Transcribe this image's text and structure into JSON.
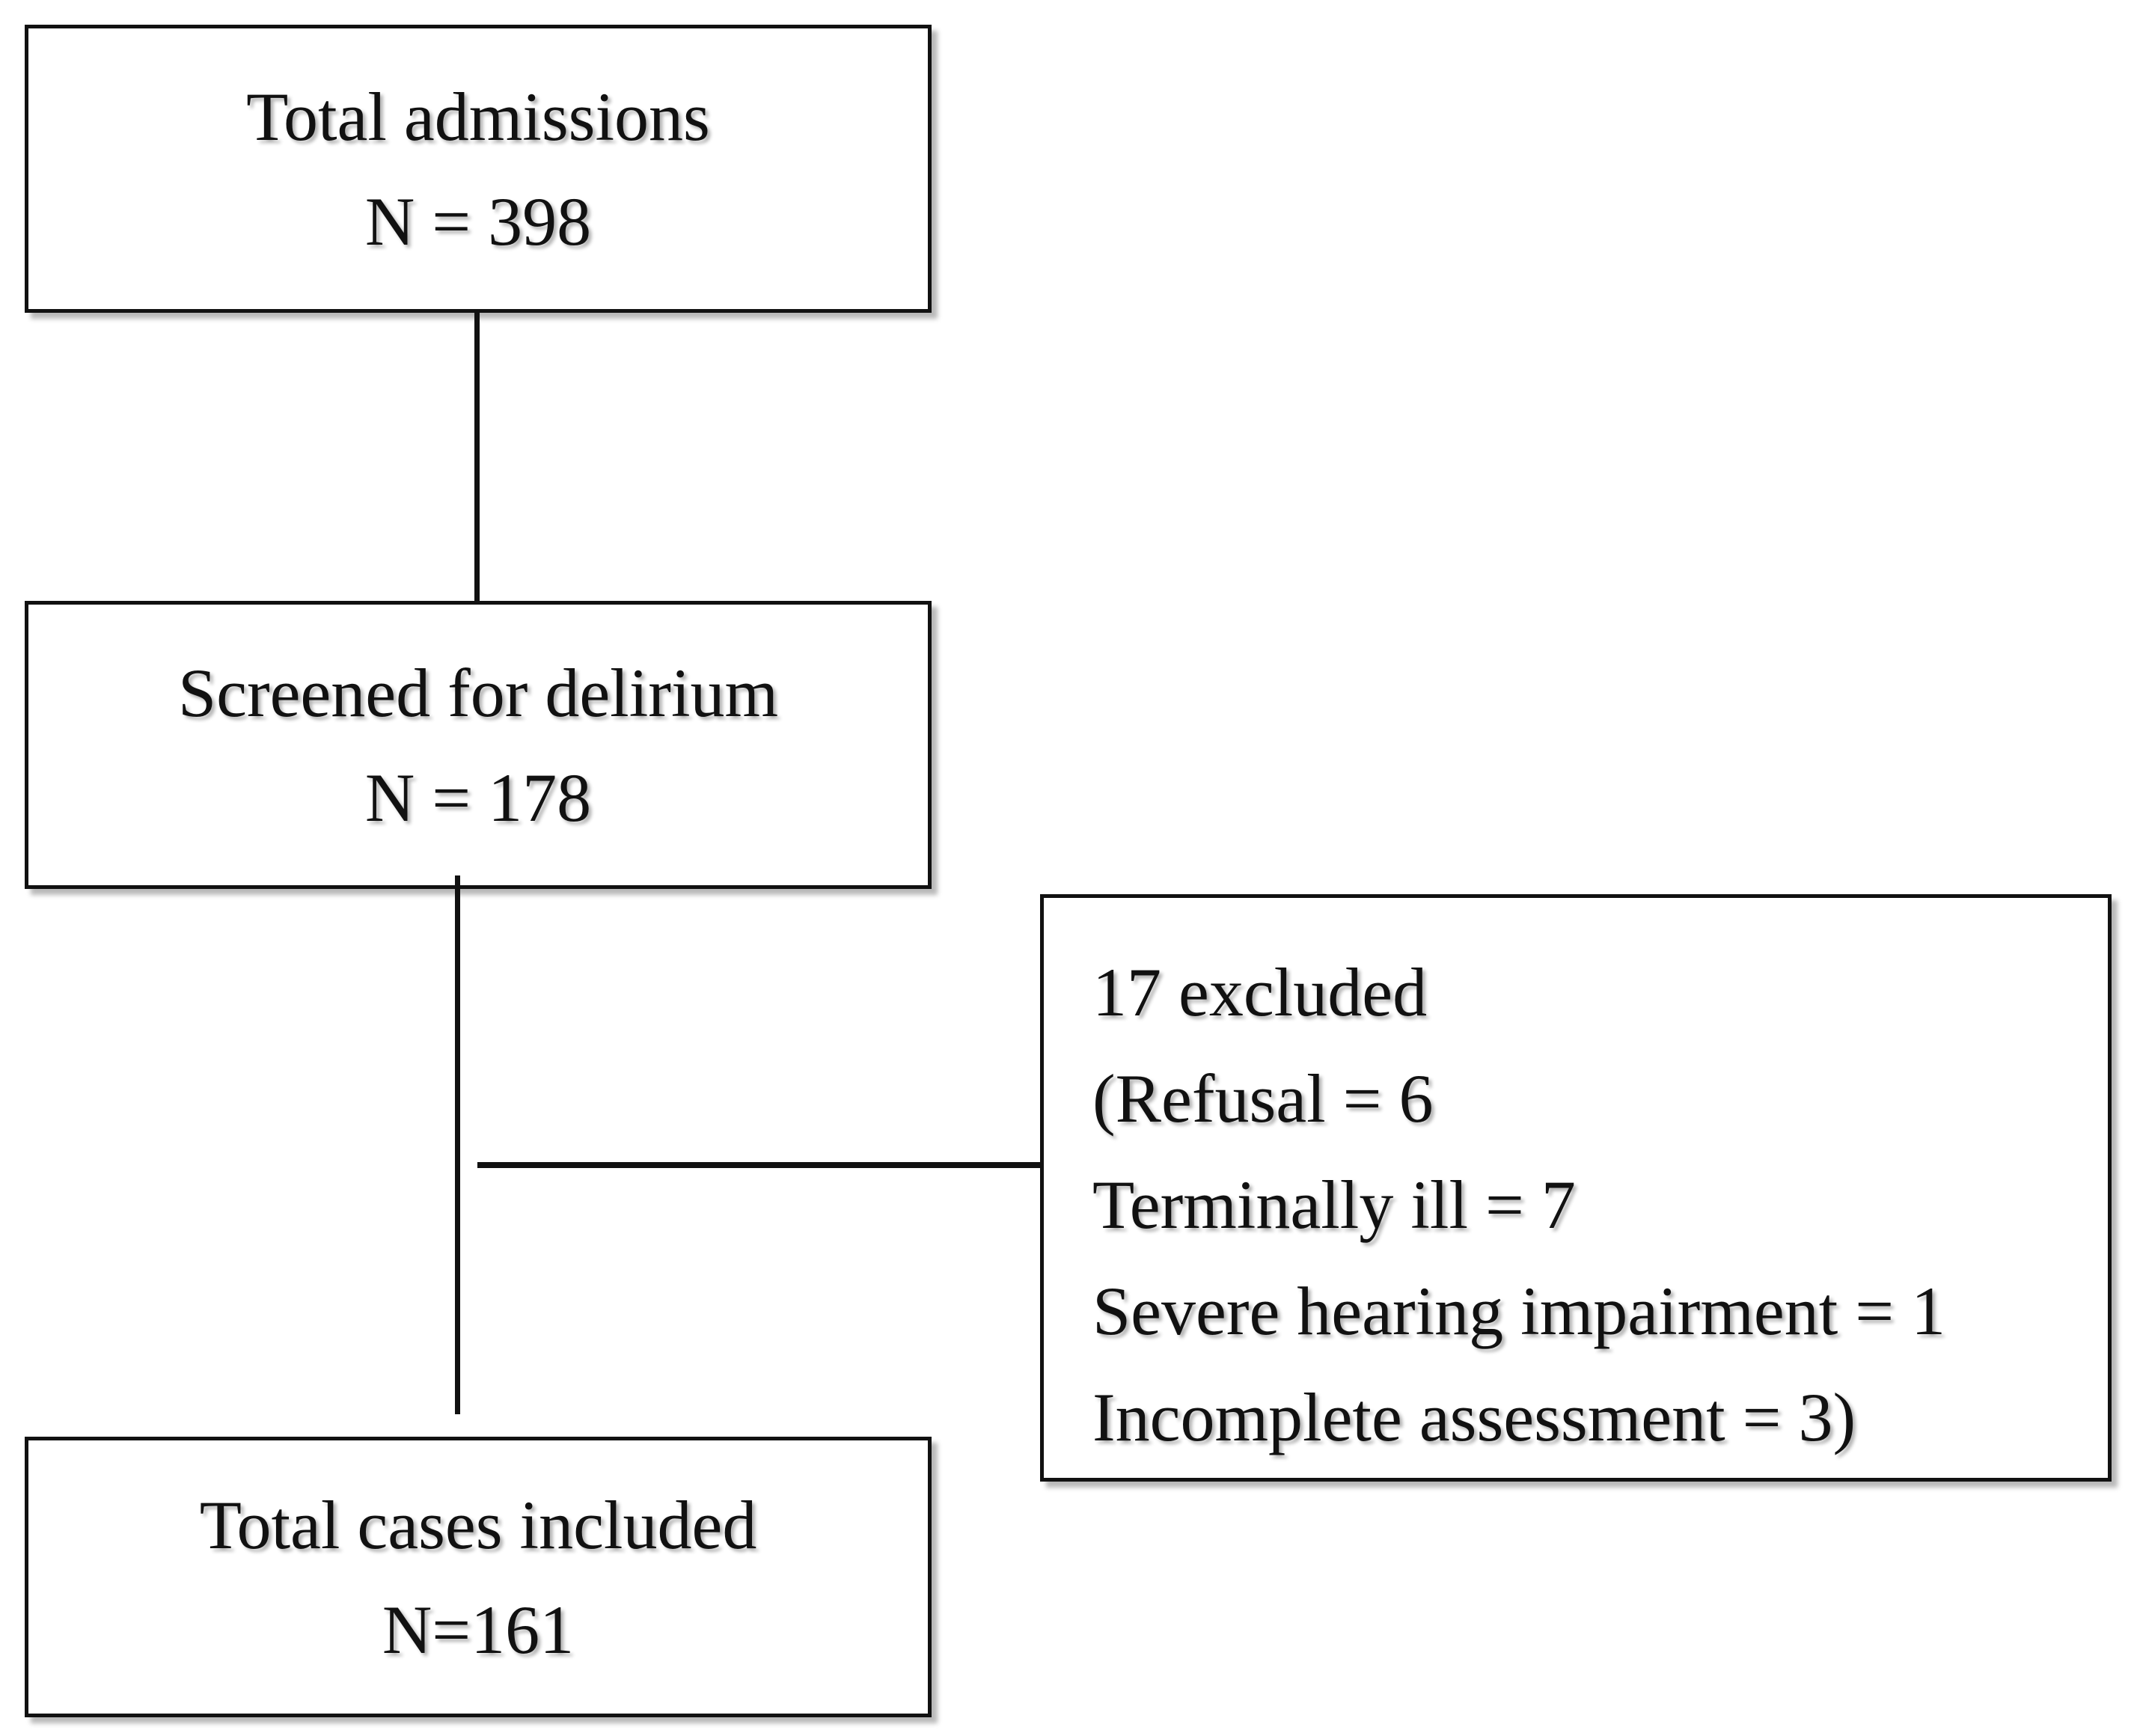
{
  "flowchart": {
    "admissions": {
      "label": "Total admissions",
      "count": "N = 398"
    },
    "screened": {
      "label": "Screened for delirium",
      "count": "N = 178"
    },
    "excluded": {
      "lines": [
        "17 excluded",
        "(Refusal = 6",
        "Terminally ill = 7",
        "Severe hearing impairment = 1",
        "Incomplete assessment = 3)"
      ]
    },
    "included": {
      "label": "Total cases included",
      "count": "N=161"
    }
  }
}
